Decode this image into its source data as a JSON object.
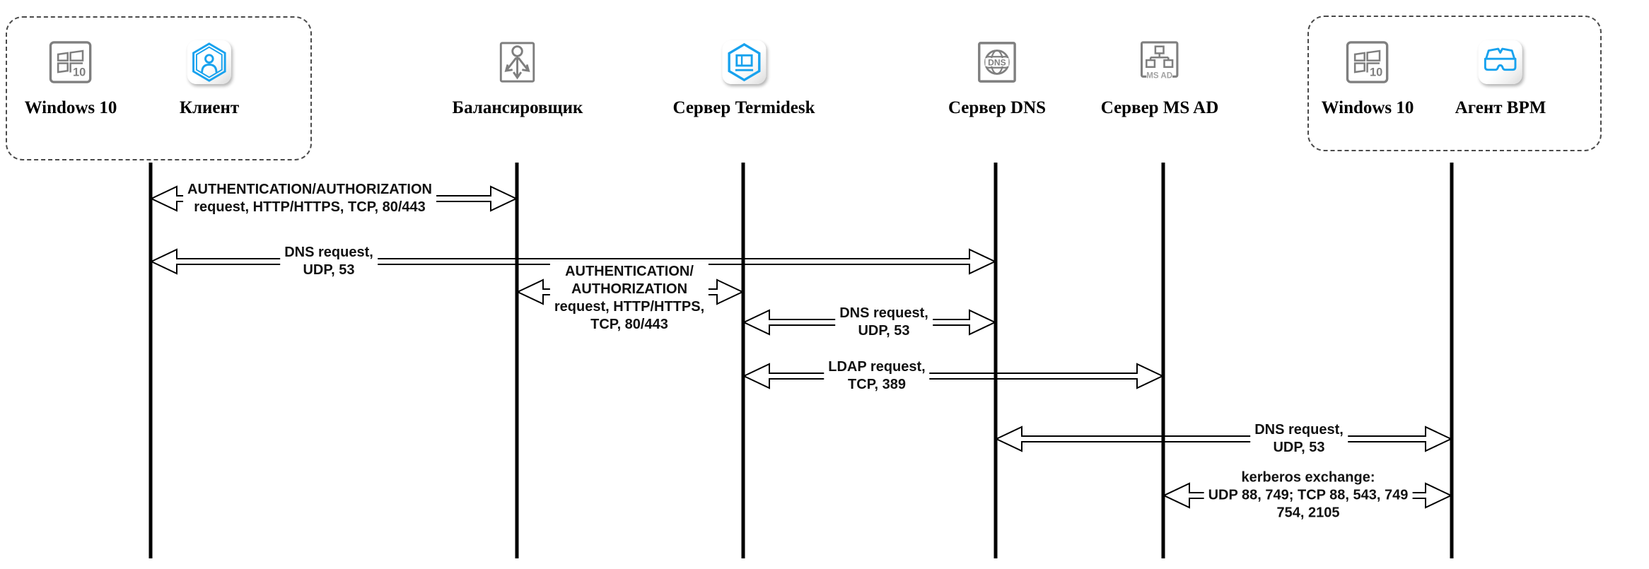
{
  "diagram": {
    "colors": {
      "accent_blue": "#18A2EE",
      "icon_gray": "#7F7F7F",
      "line_black": "#000000"
    },
    "icon_texts": {
      "windows_badge": "10",
      "dns_label": "DNS",
      "msad_label": "MS AD"
    },
    "nodes": [
      {
        "id": "windows10-left",
        "label": "Windows 10",
        "icon": "windows-10-icon"
      },
      {
        "id": "client",
        "label": "Клиент",
        "icon": "client-hexagon-user-icon"
      },
      {
        "id": "balancer",
        "label": "Балансировщик",
        "icon": "load-balancer-icon"
      },
      {
        "id": "termidesk",
        "label": "Сервер Termidesk",
        "icon": "termidesk-hexagon-icon"
      },
      {
        "id": "dns-server",
        "label": "Сервер DNS",
        "icon": "dns-globe-icon"
      },
      {
        "id": "ms-ad-server",
        "label": "Сервер MS AD",
        "icon": "ms-ad-tree-icon"
      },
      {
        "id": "windows10-right",
        "label": "Windows 10",
        "icon": "windows-10-icon"
      },
      {
        "id": "bpm-agent",
        "label": "Агент BPM",
        "icon": "bpm-agent-glasses-icon"
      }
    ],
    "messages": [
      {
        "from": "client",
        "to": "balancer",
        "lines": [
          "AUTHENTICATION/AUTHORIZATION",
          "request, HTTP/HTTPS, TCP, 80/443"
        ]
      },
      {
        "from": "client",
        "to": "dns-server",
        "lines": [
          "DNS request,",
          "UDP, 53"
        ]
      },
      {
        "from": "balancer",
        "to": "termidesk",
        "lines": [
          "AUTHENTICATION/",
          "AUTHORIZATION",
          "request, HTTP/HTTPS,",
          "TCP, 80/443"
        ]
      },
      {
        "from": "termidesk",
        "to": "dns-server",
        "lines": [
          "DNS request,",
          "UDP, 53"
        ]
      },
      {
        "from": "termidesk",
        "to": "ms-ad-server",
        "lines": [
          "LDAP request,",
          "TCP, 389"
        ]
      },
      {
        "from": "dns-server",
        "to": "bpm-agent",
        "lines": [
          "DNS request,",
          "UDP, 53"
        ]
      },
      {
        "from": "ms-ad-server",
        "to": "bpm-agent",
        "lines": [
          "kerberos exchange:",
          "UDP 88, 749; TCP 88, 543, 749",
          "754, 2105"
        ]
      }
    ]
  }
}
